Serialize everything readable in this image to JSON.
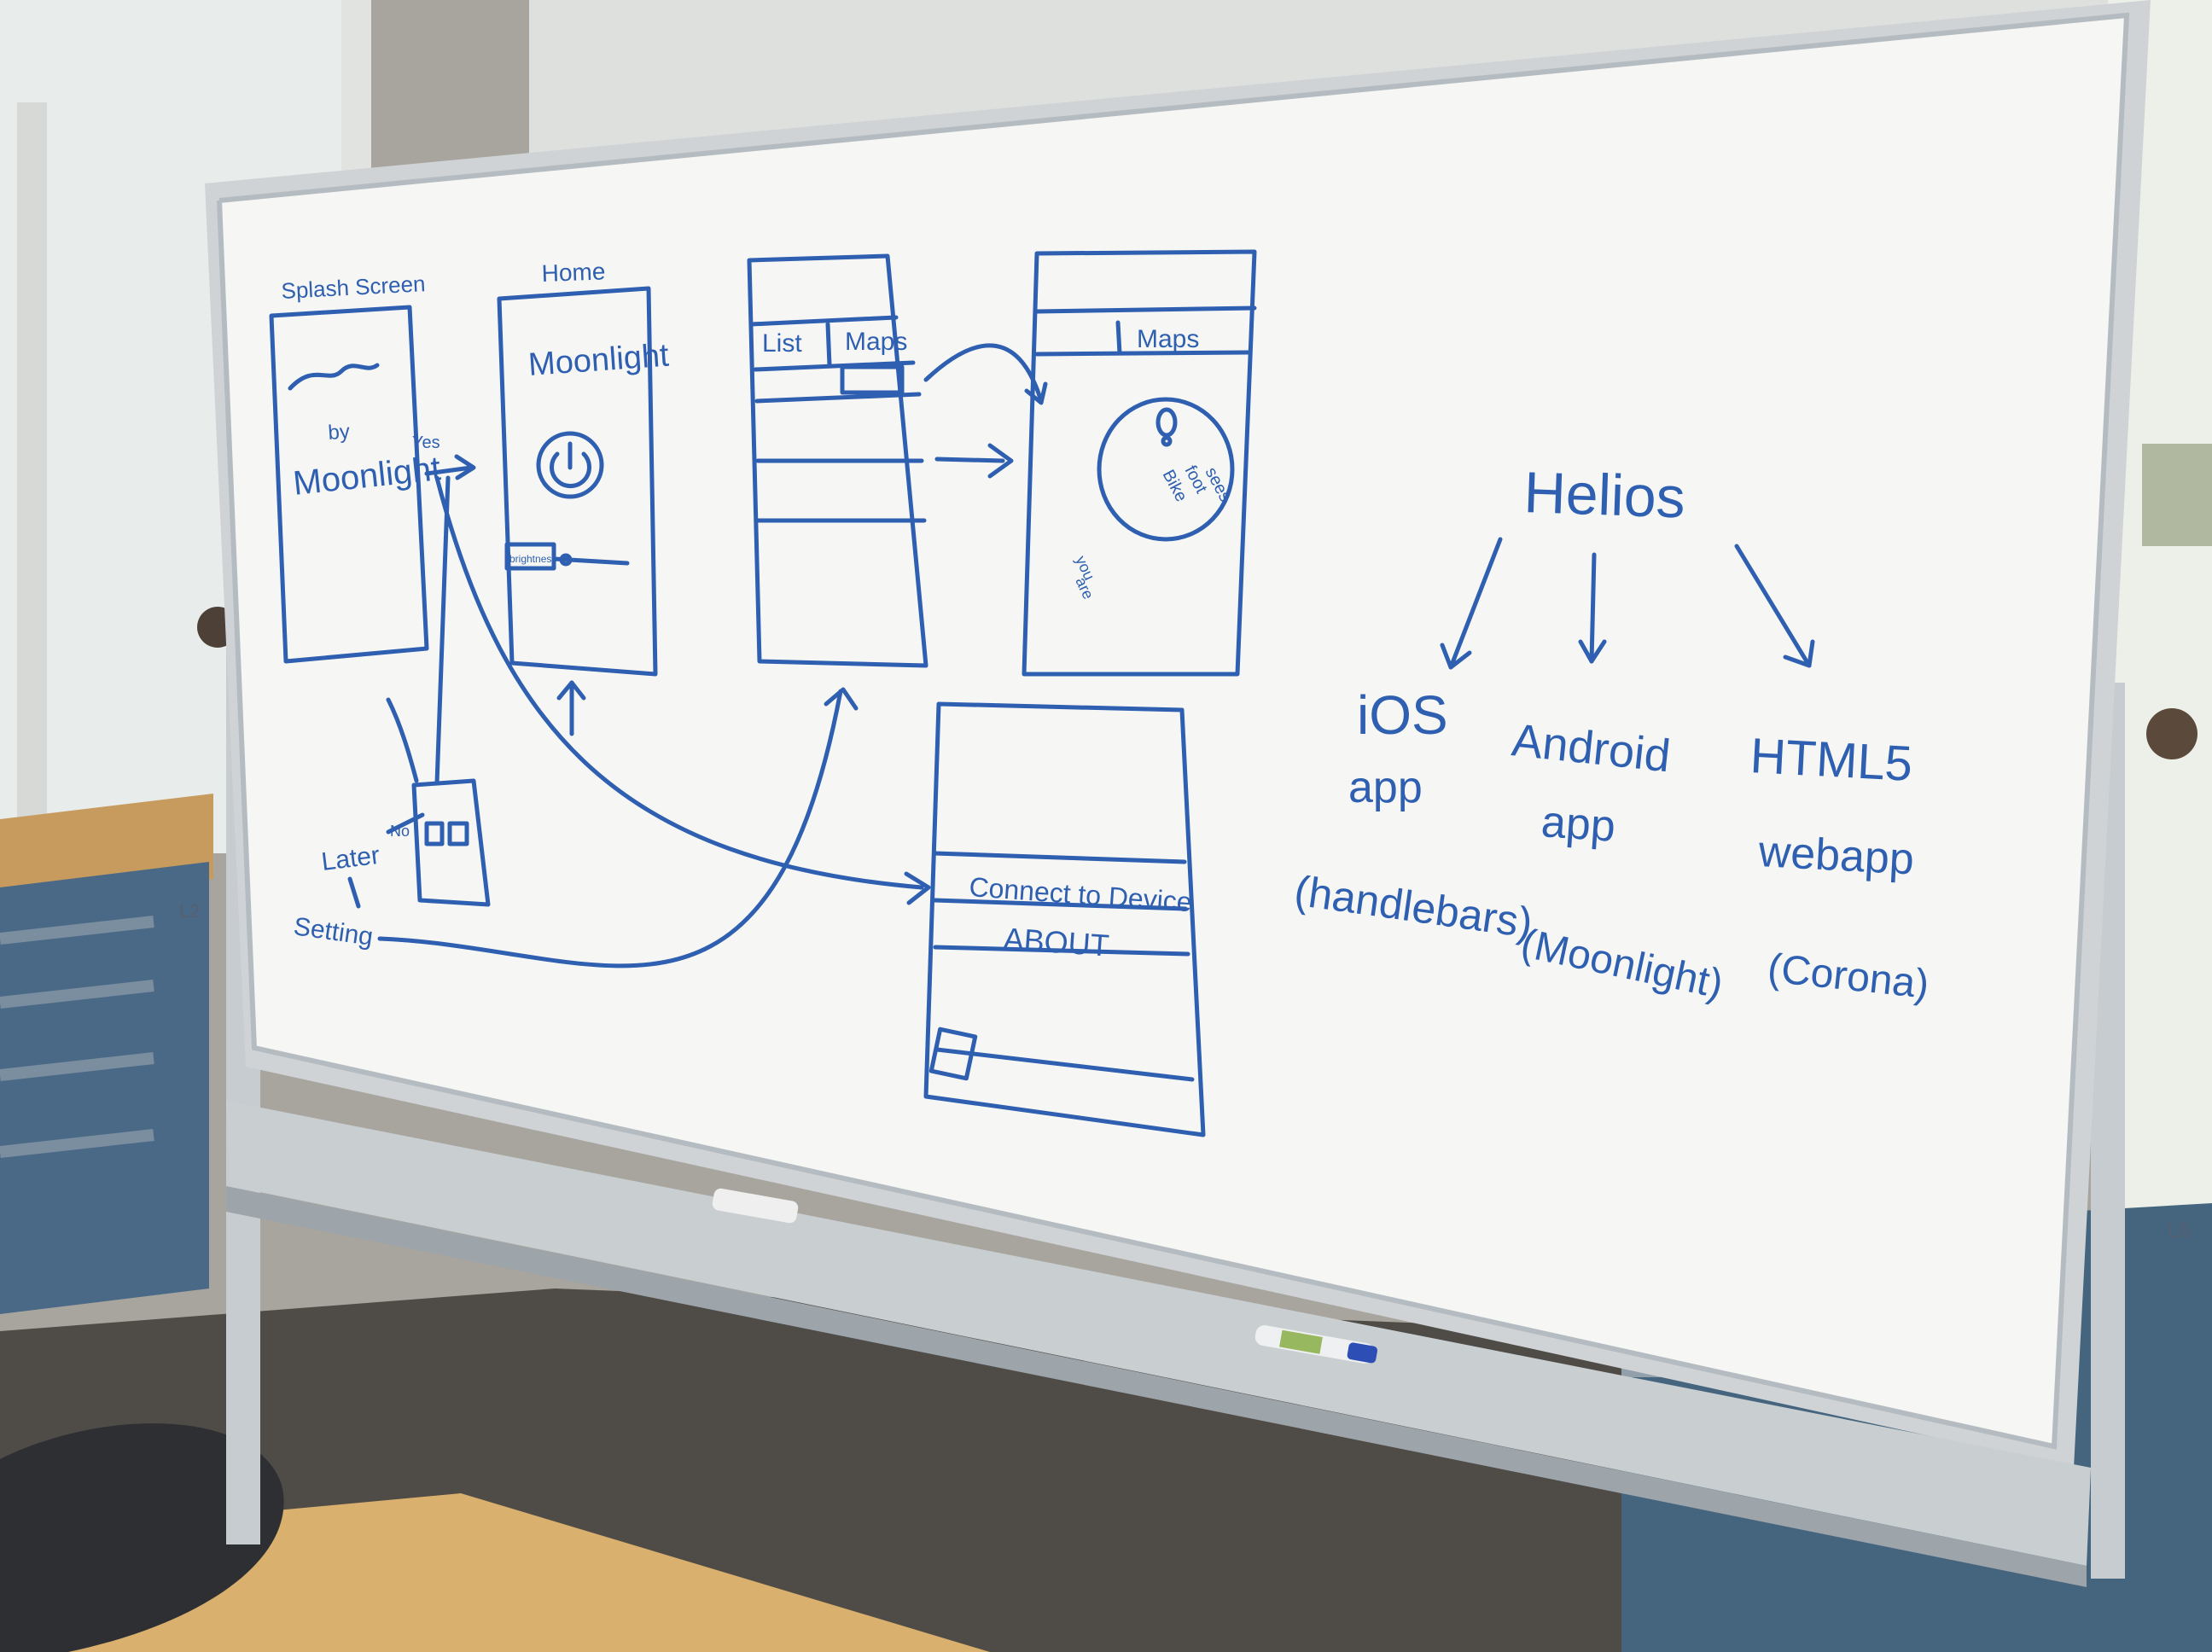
{
  "whiteboard": {
    "splash_screen": {
      "title": "Splash Screen",
      "text_by": "by",
      "text_brand": "Moonlight"
    },
    "home": {
      "title": "Home",
      "brand": "Moonlight",
      "slider_label": "brightness"
    },
    "list_screen": {
      "tab_list": "List",
      "tab_maps": "Maps"
    },
    "map_screen": {
      "tab_maps": "Maps",
      "marker_text_1": "Bike",
      "marker_text_2": "foot",
      "marker_text_3": "sees",
      "you_label_1": "you",
      "you_label_2": "are"
    },
    "flow": {
      "yes_label": "Yes",
      "no_label": "No",
      "later_label": "Later",
      "setting_label": "Setting"
    },
    "settings_screen": {
      "menu_connect": "Connect to Device",
      "menu_about": "ABOUT"
    },
    "platforms": {
      "root": "Helios",
      "ios": [
        "iOS",
        "app",
        "(handlebars)"
      ],
      "android": [
        "Android",
        "app",
        "(Moonlight)"
      ],
      "html5": [
        "HTML5",
        "webapp",
        "(Corona)"
      ]
    }
  },
  "background_labels": {
    "cabinet_left": "L2",
    "cabinet_right": "L6"
  },
  "colors": {
    "marker_blue": "#2f5fb0",
    "board_white": "#f6f7f4",
    "frame_aluminum": "#cfd3d6",
    "cabinet_blue": "#4a6986",
    "floor": "#4f4b47",
    "desk": "#d9b06d"
  },
  "icons": {
    "marker_pen": "marker-icon",
    "power": "power-icon",
    "pin": "pin-icon"
  }
}
